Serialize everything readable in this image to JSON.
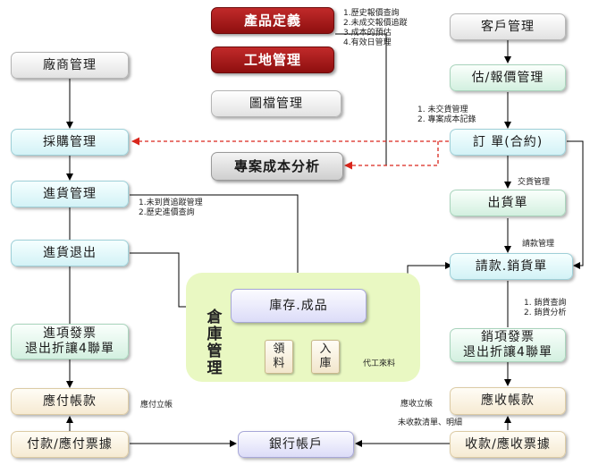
{
  "colors": {
    "dashed_arrow": "#d9261c",
    "arrow": "#000000",
    "warehouse_area": "#e9f8c2"
  },
  "boxes": {
    "product_def": "產品定義",
    "site_mgmt": "工地管理",
    "drawing_mgmt": "圖檔管理",
    "project_cost": "專案成本分析",
    "vendor_mgmt": "廠商管理",
    "purchase_mgmt": "採購管理",
    "receiving_mgmt": "進貨管理",
    "purchase_return": "進貨退出",
    "purchase_invoice": "進項發票\n退出折讓4聯單",
    "accounts_payable": "應付帳款",
    "payment": "付款/應付票據",
    "bank_account": "銀行帳戶",
    "customer_mgmt": "客戶管理",
    "quote_mgmt": "估/報價管理",
    "order": "訂 單(合約)",
    "delivery": "出貨單",
    "billing_sales": "請款.銷貨單",
    "sales_invoice": "銷項發票\n退出折讓4聯單",
    "accounts_receivable": "應收帳款",
    "collection": "收款/應收票據",
    "inventory": "庫存.成品",
    "material_issue": "領\n料",
    "stock_in": "入\n庫",
    "warehouse_mgmt": "倉\n庫\n管\n理"
  },
  "notes": {
    "product_list": "1.歷史報價查詢\n2.未成交報價追蹤\n3.成本的預估\n4.有效日管理",
    "quote_list": "1. 未交貨管理\n2. 專案成本記錄",
    "delivery_mgmt": "交貨管理",
    "receiving_list": "1.未到貨追蹤管理\n2.歷史進價查詢",
    "billing_mgmt": "請款管理",
    "sales_list": "1. 銷貨查詢\n2. 銷貨分析",
    "outsourcing": "代工來料",
    "payable_set": "應付立帳",
    "receivable_set": "應收立帳",
    "uncollected": "未收款清單、明細"
  }
}
